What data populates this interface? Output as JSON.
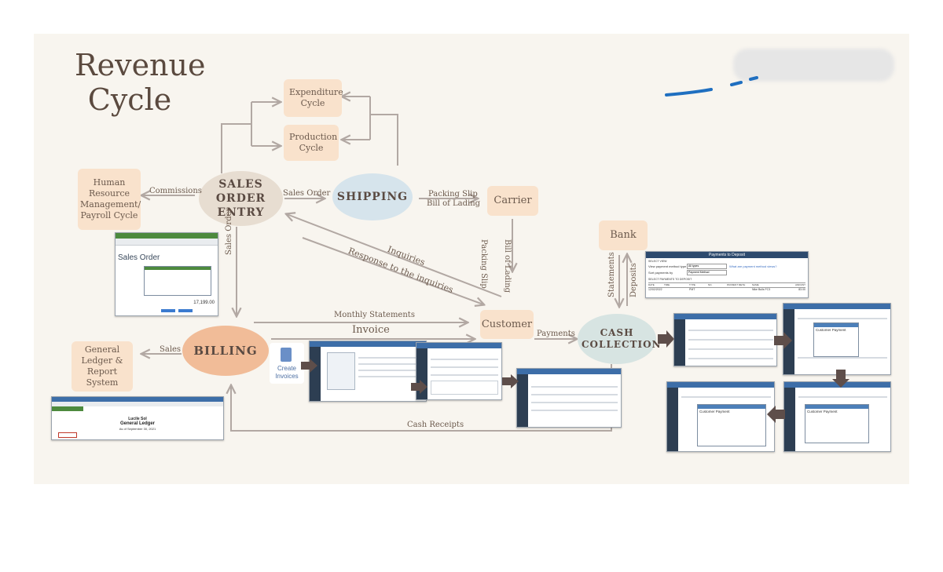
{
  "title": [
    "Revenue",
    "Cycle"
  ],
  "nodes": {
    "expenditure": "Expenditure Cycle",
    "production": "Production Cycle",
    "hr": "Human Resource Management/ Payroll Cycle",
    "sales_order_entry": "SALES ORDER ENTRY",
    "shipping": "SHIPPING",
    "carrier": "Carrier",
    "bank": "Bank",
    "customer": "Customer",
    "billing": "BILLING",
    "cash_collection": "CASH COLLECTION",
    "general_ledger": "General Ledger & Report System"
  },
  "labels": {
    "commissions": "Commissions",
    "sales_order_1": "Sales Order",
    "packing_slip": "Packing Slip",
    "bill_of_lading": "Bill of Lading",
    "packing_slip_v": "Packing Slip",
    "bill_of_lading_v": "Bill of Lading",
    "inquiries": "Inquiries",
    "response": "Response to the inquiries",
    "sales_order_2": "Sales Order",
    "monthly_statements": "Monthly Statements",
    "invoice": "Invoice",
    "payments": "Payments",
    "statements": "Statements",
    "deposits": "Deposits",
    "sales": "Sales",
    "cash_receipts": "Cash Receipts"
  },
  "screens": {
    "sales_order": {
      "heading": "Sales Order",
      "total": "17,199.00"
    },
    "create_invoices": "Create Invoices",
    "payments_to_deposit": {
      "title": "Payments to Deposit",
      "select_view": "SELECT VIEW",
      "view_label": "View payment method type",
      "view_value": "All types",
      "link": "What are payment method views?",
      "sort_label": "Sort payments by",
      "sort_value": "Payment Method",
      "select_payments": "SELECT PAYMENTS TO DEPOSIT",
      "columns": [
        "DATE",
        "TIME",
        "TYPE",
        "NO.",
        "PAYMENT METH",
        "NAME",
        "AMOUNT"
      ],
      "row": [
        "12/02/2022",
        "",
        "PMT",
        "",
        "",
        "Nike Bulls FC3",
        "83.00"
      ]
    },
    "customer_payment": "Customer Payment",
    "general_ledger": {
      "heading": "Lucile Sol",
      "subheading": "General Ledger",
      "asof": "As of September 30, 2021"
    }
  },
  "colors": {
    "background": "#f8f5ef",
    "box": "#f9e2cc",
    "sales_oval": "#e7ddd1",
    "shipping_oval": "#d6e4ec",
    "billing_oval": "#f1bc98",
    "cash_oval": "#d7e4e2",
    "arrow": "#b2a8a3",
    "dark_arrow": "#5e4e4a",
    "pen": "#1f6fc0"
  }
}
